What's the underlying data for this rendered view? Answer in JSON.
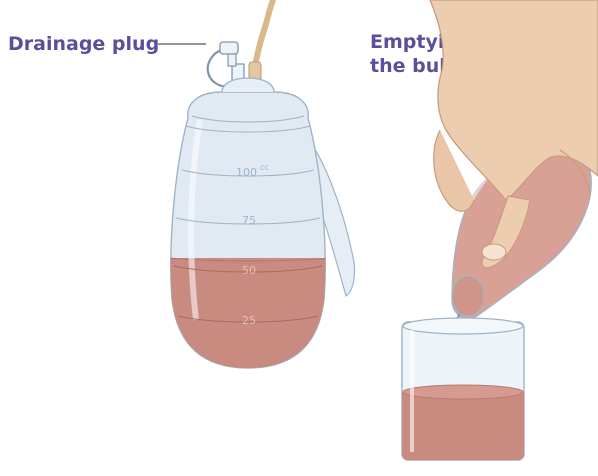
{
  "labels": {
    "drainage_plug": "Drainage plug",
    "emptying_line1": "Emptying",
    "emptying_line2": "the bulb"
  },
  "scale_marks": {
    "m100": "100",
    "cc": "cc",
    "m75": "75",
    "m50": "50",
    "m25": "25"
  },
  "colors": {
    "label_text": "#5b4f9b",
    "bulb_plastic": "#dfe8f1",
    "bulb_outline": "#9fb4c8",
    "drainage_fluid": "#c98a80",
    "tube": "#d9b98a",
    "skin": "#eccdb0"
  }
}
